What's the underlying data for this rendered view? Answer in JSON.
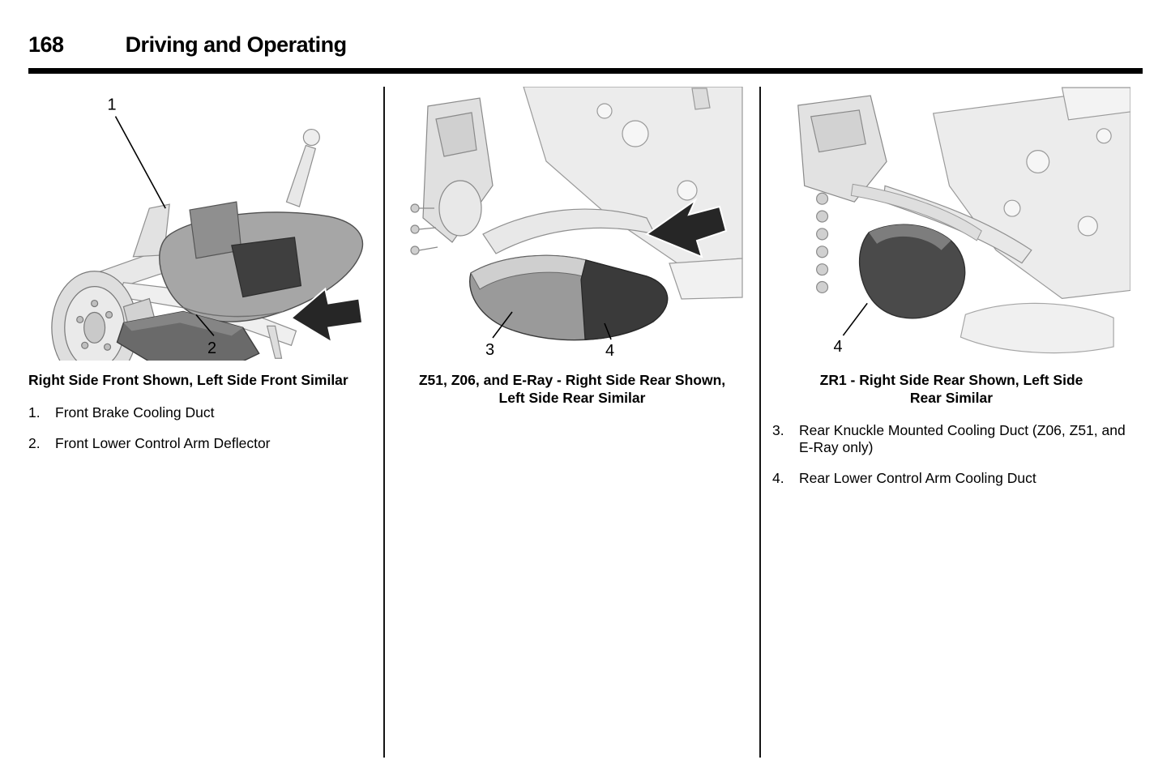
{
  "header": {
    "page_number": "168",
    "title": "Driving and Operating"
  },
  "figures": [
    {
      "name": "front-brake-cooling-duct-figure",
      "caption": "Right Side Front Shown, Left Side Front Similar",
      "callouts": [
        {
          "label": "1"
        },
        {
          "label": "2"
        }
      ],
      "items": [
        {
          "num": "1.",
          "text": "Front Brake Cooling Duct"
        },
        {
          "num": "2.",
          "text": "Front Lower Control Arm Deflector"
        }
      ]
    },
    {
      "name": "z51-z06-eray-rear-duct-figure",
      "caption": "Z51, Z06, and E-Ray - Right Side Rear Shown, Left Side Rear Similar",
      "callouts": [
        {
          "label": "3"
        },
        {
          "label": "4"
        }
      ],
      "items": []
    },
    {
      "name": "zr1-rear-duct-figure",
      "caption": "ZR1 - Right Side Rear Shown, Left Side Rear Similar",
      "callouts": [
        {
          "label": "4"
        }
      ],
      "items": [
        {
          "num": "3.",
          "text": "Rear Knuckle Mounted Cooling Duct (Z06, Z51, and E-Ray only)"
        },
        {
          "num": "4.",
          "text": "Rear Lower Control Arm Cooling Duct"
        }
      ]
    }
  ],
  "colors": {
    "rule": "#000000",
    "duct_dark": "#3f3f3f",
    "duct_mid": "#6a6a6a",
    "machinery_light": "#e8e8e8",
    "arrow": "#262626"
  }
}
